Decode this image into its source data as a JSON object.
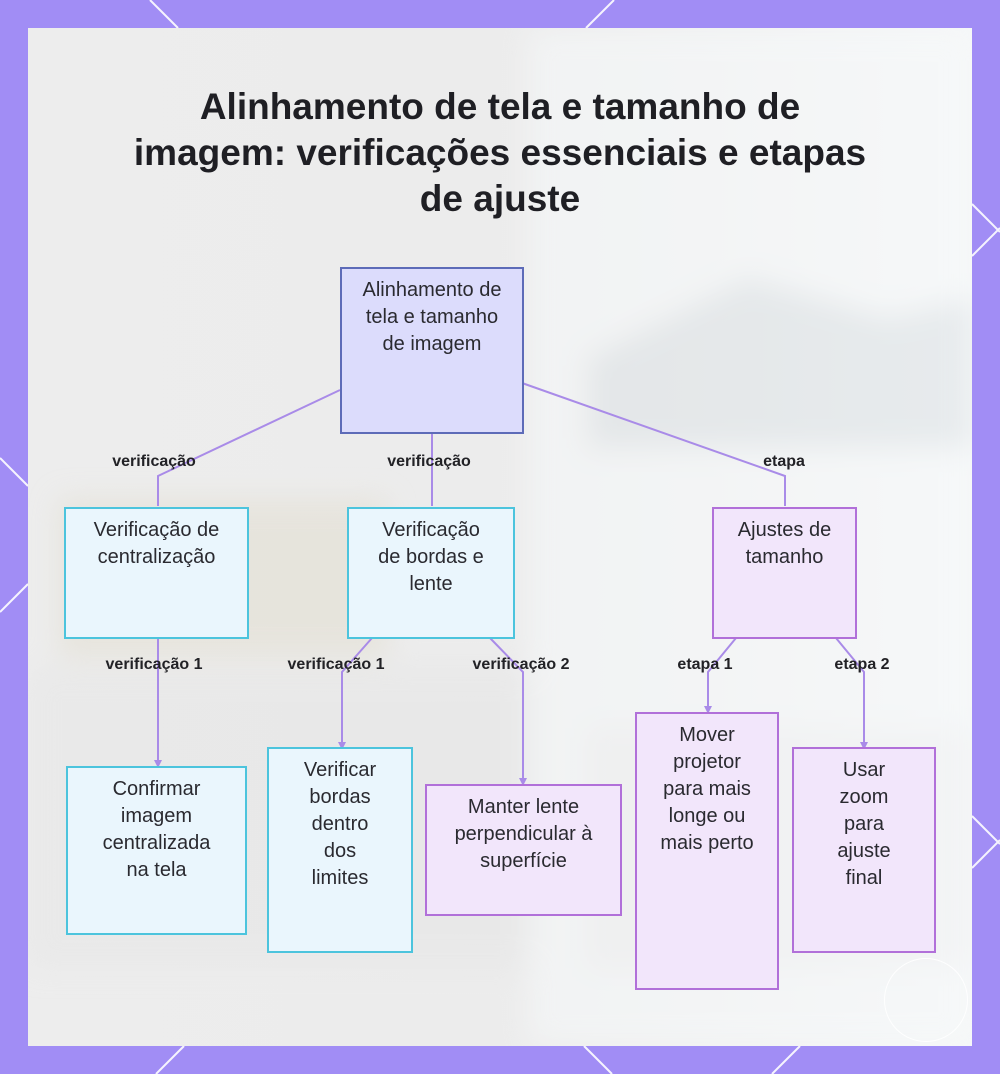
{
  "title": "Alinhamento de tela e tamanho de imagem: verificações essenciais e etapas de ajuste",
  "colors": {
    "frame": "#a18df5",
    "root_fill": "#dcdcfc",
    "root_border": "#5d6bb8",
    "cyan_fill": "#eaf6fd",
    "cyan_border": "#4cc4dd",
    "purple_fill": "#f2e6fb",
    "purple_border": "#b170d9",
    "edge": "#a98be8"
  },
  "nodes": {
    "root": "Alinhamento de tela e tamanho de imagem",
    "centralizacao": "Verificação de centralização",
    "bordas_lente": "Verificação de bordas e lente",
    "ajustes_tamanho": "Ajustes de tamanho",
    "confirmar": "Confirmar imagem centralizada na tela",
    "verificar_bordas": "Verificar bordas dentro dos limites",
    "manter_lente": "Manter lente perpendicular à superfície",
    "mover_projetor": "Mover projetor para mais longe ou mais perto",
    "usar_zoom": "Usar zoom para ajuste final"
  },
  "edges": {
    "root_centralizacao": "verificação",
    "root_bordas": "verificação",
    "root_ajustes": "etapa",
    "centralizacao_confirmar": "verificação 1",
    "bordas_verificar": "verificação 1",
    "bordas_manter": "verificação 2",
    "ajustes_mover": "etapa 1",
    "ajustes_zoom": "etapa 2"
  }
}
